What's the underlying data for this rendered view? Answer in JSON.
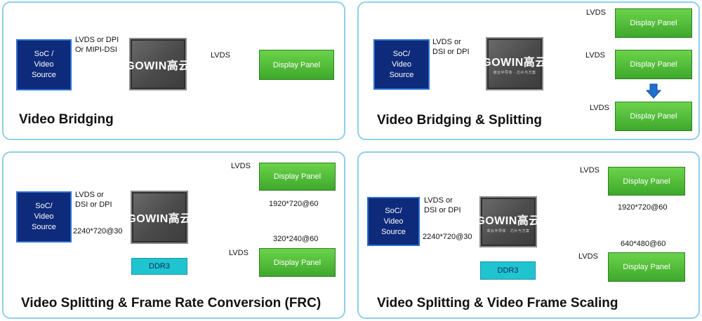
{
  "common": {
    "soc_line1": "SoC /",
    "soc_line1_b": "SoC/",
    "soc_line2": "Video",
    "soc_line3": "Source",
    "logo_text": "GOWIN",
    "logo_cn": "高云",
    "logo_sub": "高云半导体 · 芯片与方案",
    "display_panel": "Display Panel",
    "lvds": "LVDS",
    "ddr3": "DDR3"
  },
  "panels": [
    {
      "title": "Video Bridging",
      "input_line1": "LVDS or DPI",
      "input_line2": "Or MIPI-DSI"
    },
    {
      "title": "Video Bridging & Splitting",
      "input_line1": "LVDS or",
      "input_line2": "DSI or DPI"
    },
    {
      "title": "Video Splitting & Frame Rate Conversion (FRC)",
      "input_line1": "LVDS or",
      "input_line2": "DSI or DPI",
      "input_res": "2240*720@30",
      "out1_res": "1920*720@60",
      "out2_res": "320*240@60"
    },
    {
      "title": "Video Splitting & Video Frame Scaling",
      "input_line1": "LVDS or",
      "input_line2": "DSI or DPI",
      "input_res": "2240*720@30",
      "out1_res": "1920*720@60",
      "out2_res": "640*480@60"
    }
  ],
  "colors": {
    "panel_border": "#8fd0ea",
    "soc_fill": "#0e2a7a",
    "display_green": "#3ea82c",
    "ddr_cyan": "#20c4d0",
    "split_arrow_blue": "#1f6fd0"
  }
}
